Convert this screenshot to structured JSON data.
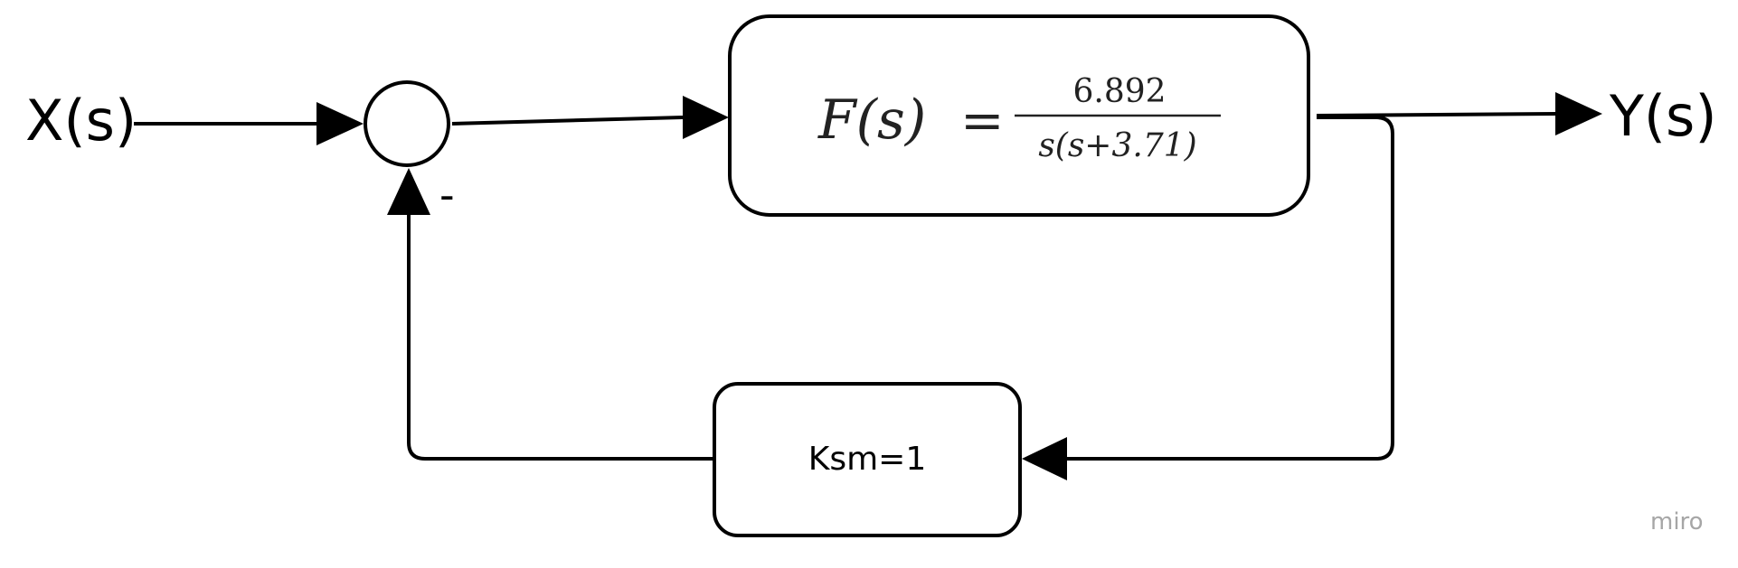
{
  "diagram": {
    "input_label": "X(s)",
    "output_label": "Y(s)",
    "summing_sign": "-",
    "forward_block": {
      "lhs": "F(s)",
      "equals": "=",
      "numerator": "6.892",
      "denominator": "s(s+3.71)"
    },
    "feedback_block": {
      "label": "Ksm=1"
    }
  },
  "watermark": "miro",
  "colors": {
    "stroke": "#000000",
    "background": "#ffffff",
    "watermark": "#a6a6a6"
  }
}
